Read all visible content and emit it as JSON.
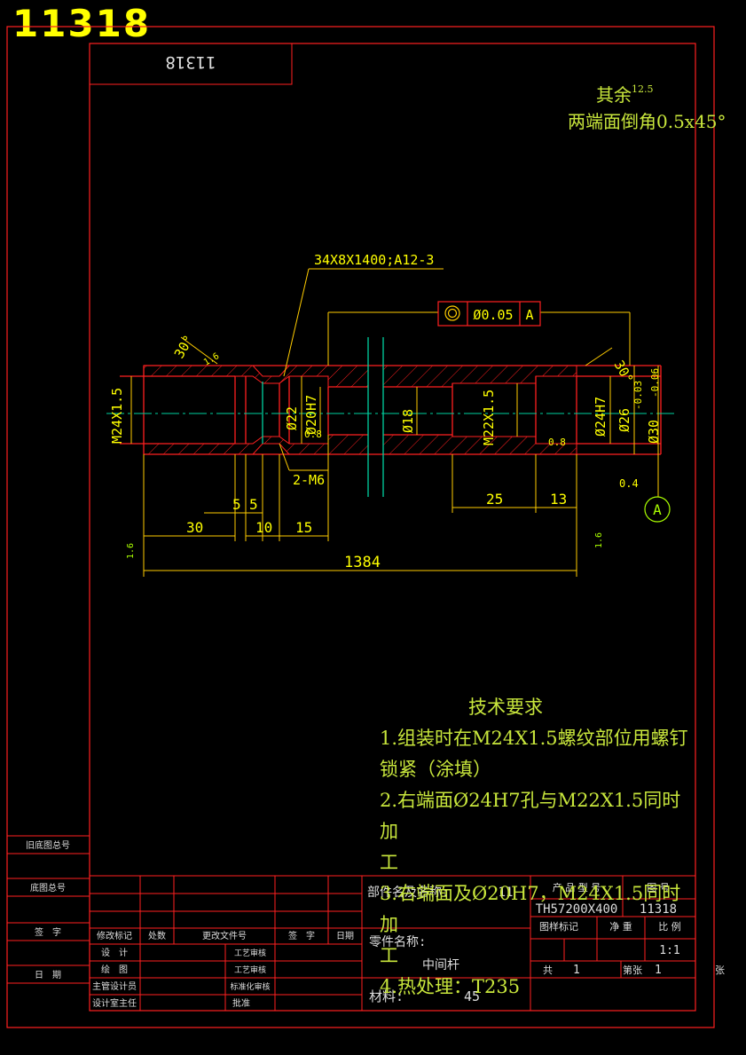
{
  "drawing_number_big": "11318",
  "drawing_number_stamp": "11318",
  "surface_note": {
    "line1": "其余",
    "roughness": "12.5",
    "line2": "两端面倒角0.5x45°"
  },
  "callouts": {
    "key_spec": "34X8X1400;A12-3",
    "concentricity_value": "Ø0.05",
    "datum": "A",
    "datum_marker": "A",
    "angle_left": "30°",
    "angle_right": "30°",
    "roughness_left": "1.6",
    "roughness_mid": "0.8",
    "roughness_right_in": "0.8",
    "roughness_right": "0.4",
    "roughness_end_left": "1.6",
    "roughness_end_right": "1.6"
  },
  "dimensions": {
    "m24": "M24X1.5",
    "d22": "Ø22",
    "d20h7": "Ø20H7",
    "d18": "Ø18",
    "m22": "M22X1.5",
    "d24h7": "Ø24H7",
    "d26": "Ø26",
    "d30": "Ø30",
    "d30_tol_upper": "-0.03",
    "d30_tol_lower": "-0.06",
    "m6": "2-M6",
    "len_5a": "5",
    "len_5b": "5",
    "len_10": "10",
    "len_15": "15",
    "len_30": "30",
    "len_25": "25",
    "len_13": "13",
    "len_total": "1384"
  },
  "tech_requirements": {
    "title": "技术要求",
    "item1a": "1.组装时在M24X1.5螺纹部位用螺钉",
    "item1b": "锁紧（涂填）",
    "item2a": "2.右端面Ø24H7孔与M22X1.5同时加",
    "item2b": "工",
    "item3a": "3.右端面及Ø20H7，M24X1.5同时加",
    "item3b": "工",
    "item4": "4.热处理：T235"
  },
  "side_labels": {
    "old_drawing": "旧底图总号",
    "base_drawing": "底图总号",
    "sign": "签　字",
    "date": "日　期"
  },
  "title_block": {
    "rev_mark": "修改标记",
    "count": "处数",
    "change_doc": "更改文件号",
    "sign": "签　字",
    "date": "日期",
    "design": "设　计",
    "draw": "绘　图",
    "chief_designer": "主管设计员",
    "design_office": "设计室主任",
    "process_review": "标准化审核",
    "std_review": "工艺审核",
    "approve": "批准",
    "part_group_label": "部件名及名称:",
    "part_group_value": "11",
    "part_name_label": "零件名称:",
    "part_name_value": "中间杆",
    "material_label": "材料:",
    "material_value": "45",
    "product_model_label": "产 品 型 号",
    "product_model_value": "TH57200X400",
    "drawing_no_label": "图 号",
    "drawing_no_value": "11318",
    "stage_label": "图样标记",
    "weight_label": "净 重",
    "scale_label": "比 例",
    "scale_value": "1:1",
    "total_label": "共",
    "total_value": "1",
    "sheet_label": "第张",
    "sheet_value": "1",
    "sheet_suffix": "张"
  }
}
